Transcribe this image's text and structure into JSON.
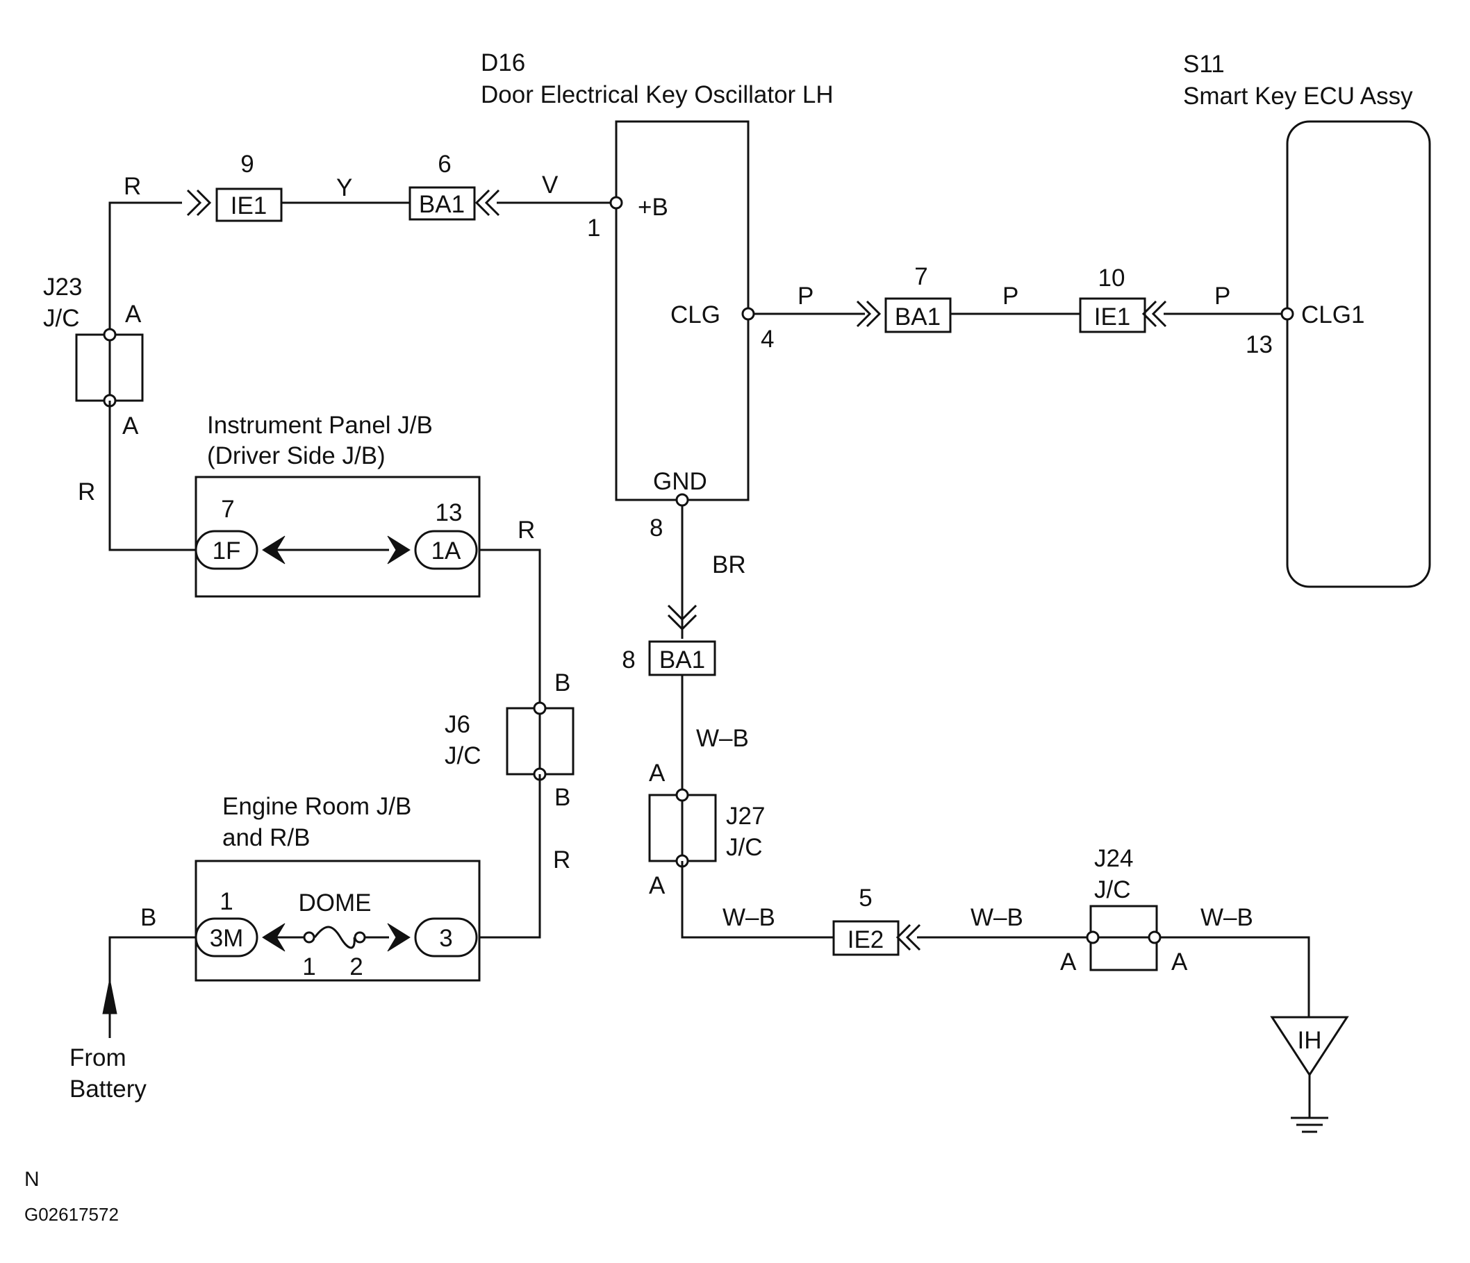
{
  "components": {
    "d16": {
      "id": "D16",
      "name": "Door Electrical Key Oscillator LH",
      "pin_b": "+B",
      "pin_b_no": "1",
      "pin_clg": "CLG",
      "pin_clg_no": "4",
      "pin_gnd": "GND",
      "pin_gnd_no": "8"
    },
    "s11": {
      "id": "S11",
      "name": "Smart Key ECU Assy",
      "pin_clg1": "CLG1",
      "pin_clg1_no": "13"
    }
  },
  "connectors": {
    "ie1_top": {
      "label": "IE1",
      "pin": "9"
    },
    "ba1_top": {
      "label": "BA1",
      "pin": "6"
    },
    "ba1_mid": {
      "label": "BA1",
      "pin": "7"
    },
    "ie1_mid": {
      "label": "IE1",
      "pin": "10"
    },
    "ba1_gnd": {
      "label": "BA1",
      "pin": "8"
    },
    "ie2": {
      "label": "IE2",
      "pin": "5"
    }
  },
  "junction_connectors": {
    "j23": {
      "id": "J23",
      "type": "J/C",
      "pin_top": "A",
      "pin_bottom": "A"
    },
    "j6": {
      "id": "J6",
      "type": "J/C",
      "pin_top": "B",
      "pin_bottom": "B"
    },
    "j27": {
      "id": "J27",
      "type": "J/C",
      "pin_top": "A",
      "pin_bottom": "A"
    },
    "j24": {
      "id": "J24",
      "type": "J/C",
      "pin_left": "A",
      "pin_right": "A"
    }
  },
  "junction_blocks": {
    "instrument_panel": {
      "line1": "Instrument Panel J/B",
      "line2": "(Driver Side J/B)",
      "left_conn": "1F",
      "left_pin": "7",
      "right_conn": "1A",
      "right_pin": "13"
    },
    "engine_room": {
      "line1": "Engine Room J/B",
      "line2": "and R/B",
      "left_conn": "3M",
      "left_pin": "1",
      "fuse": "DOME",
      "fuse_pin1": "1",
      "fuse_pin2": "2",
      "right_conn": "3"
    }
  },
  "wire_colors": {
    "r_top": "R",
    "y": "Y",
    "v": "V",
    "p1": "P",
    "p2": "P",
    "p3": "P",
    "r_left": "R",
    "r_right": "R",
    "r_bottom": "R",
    "b_battery": "B",
    "br": "BR",
    "wb1": "W–B",
    "wb2": "W–B",
    "wb3": "W–B",
    "wb4": "W–B"
  },
  "ground": {
    "label": "IH"
  },
  "battery": {
    "line1": "From",
    "line2": "Battery"
  },
  "footer": {
    "code_letter": "N",
    "figure_id": "G02617572"
  }
}
